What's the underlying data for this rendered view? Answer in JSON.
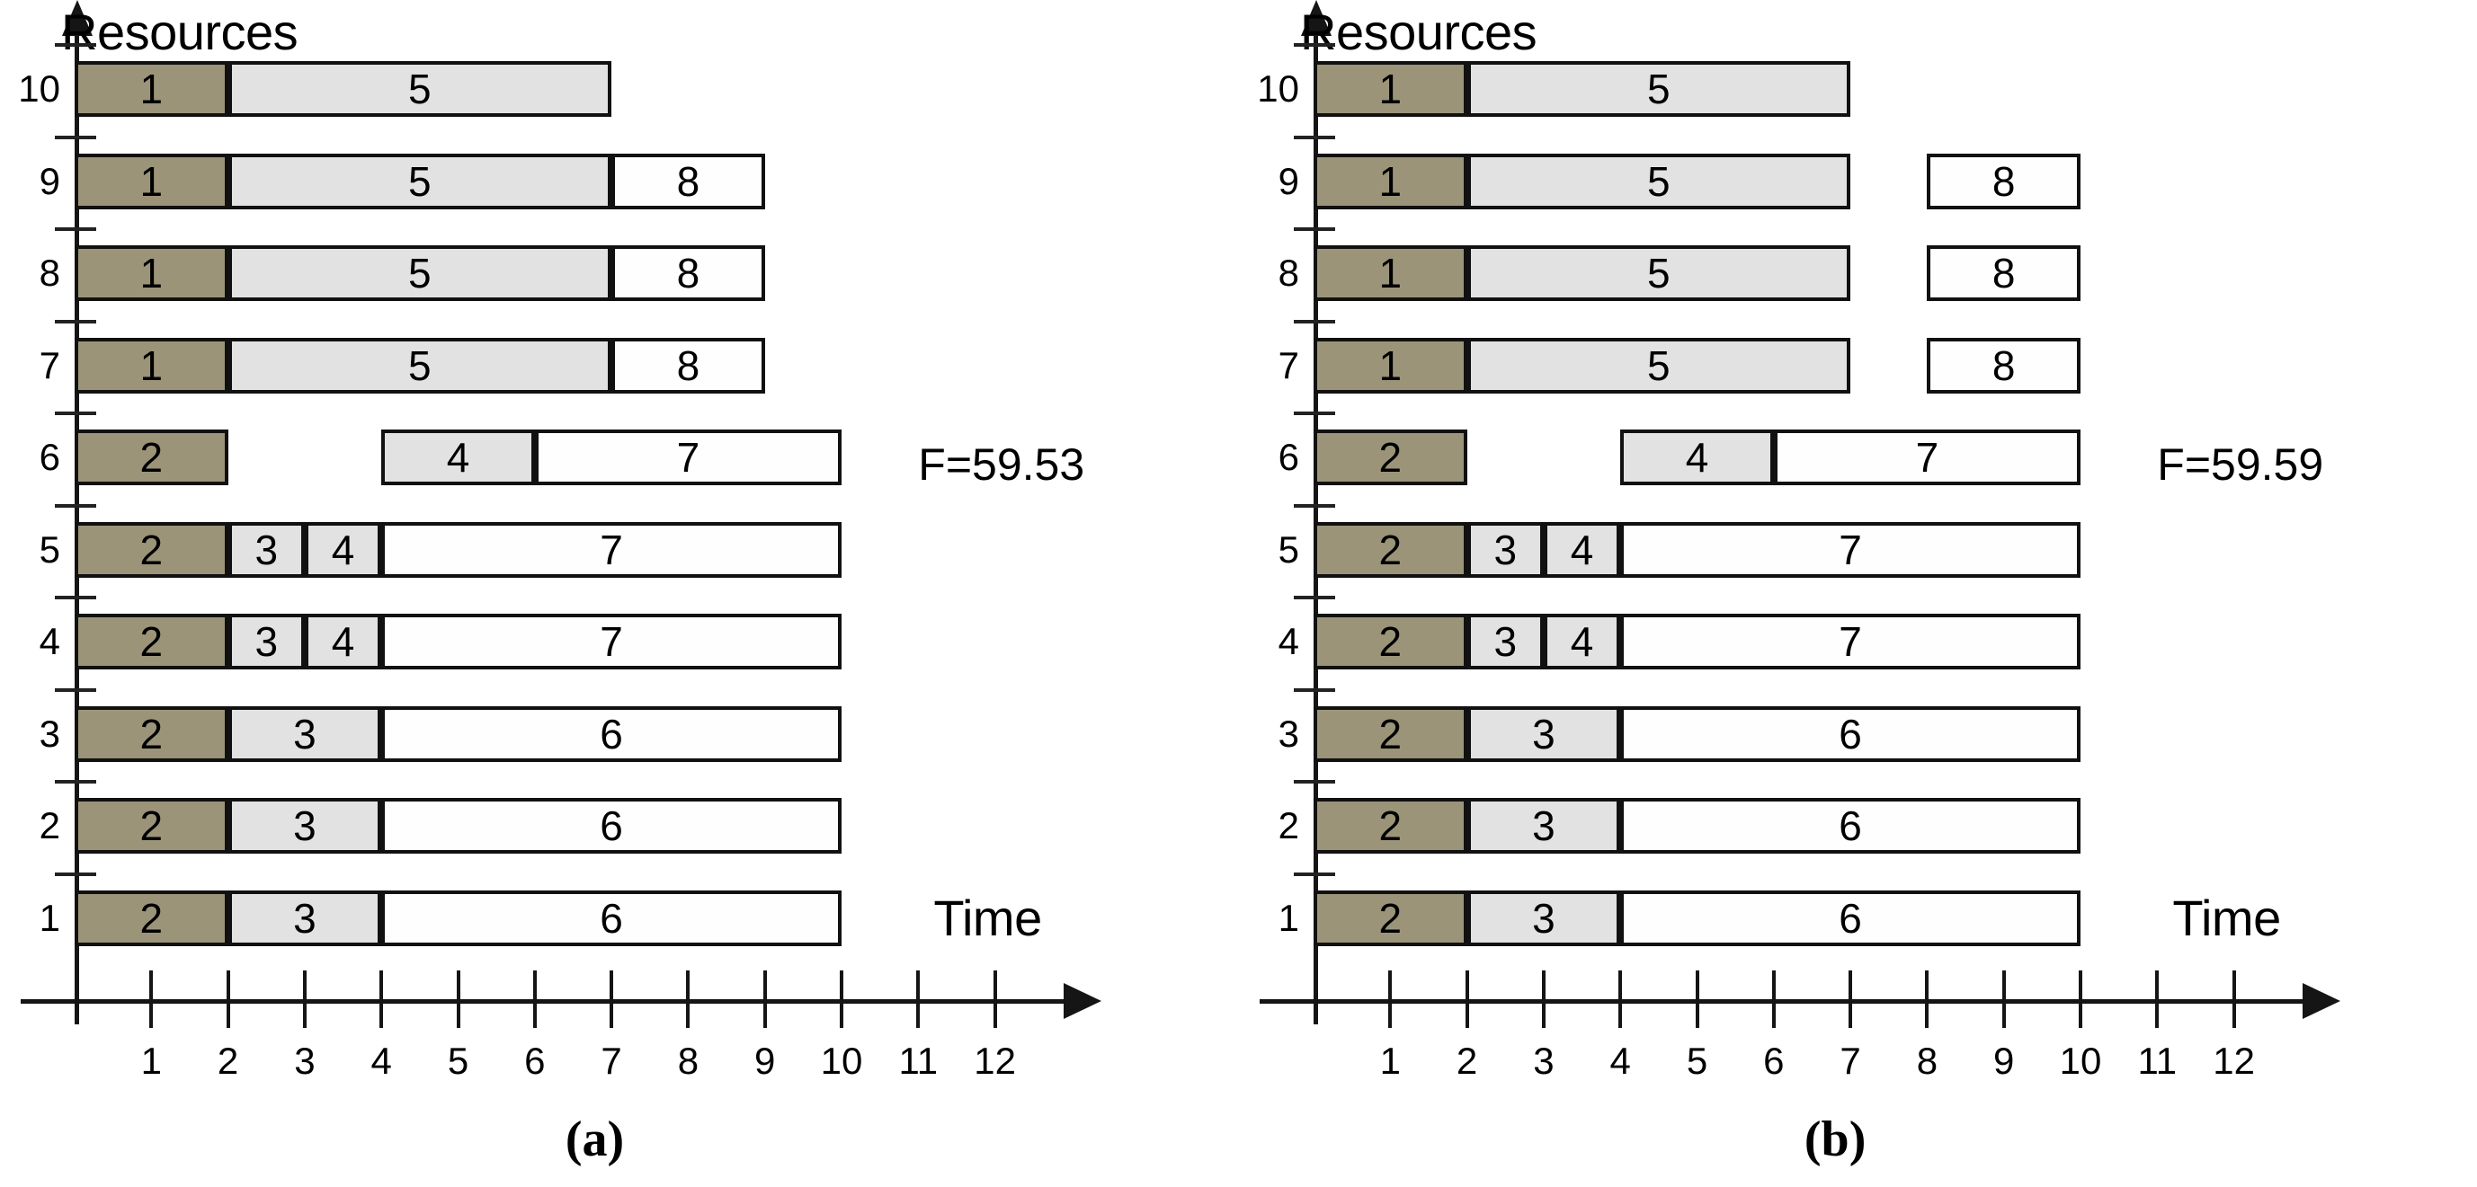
{
  "figure": {
    "axis_y_title": "Resources",
    "axis_x_title": "Time",
    "y_ticks": [
      "1",
      "2",
      "3",
      "4",
      "5",
      "6",
      "7",
      "8",
      "9",
      "10"
    ],
    "x_ticks": [
      "1",
      "2",
      "3",
      "4",
      "5",
      "6",
      "7",
      "8",
      "9",
      "10",
      "11",
      "12"
    ],
    "colors": {
      "task_dark": "#9b9479",
      "task_grey": "#e2e2e2",
      "task_white": "#fefefe",
      "stroke": "#111111",
      "background": "#ffffff"
    }
  },
  "chart_data": [
    {
      "type": "gantt",
      "panel_id": "a",
      "caption": "(a)",
      "title": "",
      "objective_label": "F=59.53",
      "objective_value": 59.53,
      "xlabel": "Time",
      "ylabel": "Resources",
      "xlim": [
        0,
        13
      ],
      "ylim": [
        0,
        10
      ],
      "x_ticks": [
        1,
        2,
        3,
        4,
        5,
        6,
        7,
        8,
        9,
        10,
        11,
        12
      ],
      "y_ticks": [
        1,
        2,
        3,
        4,
        5,
        6,
        7,
        8,
        9,
        10
      ],
      "grid": false,
      "legend": "none",
      "resources": [
        {
          "resource": 10,
          "tasks": [
            {
              "label": "1",
              "start": 0,
              "end": 2,
              "fill": "dark"
            },
            {
              "label": "5",
              "start": 2,
              "end": 7,
              "fill": "grey"
            }
          ]
        },
        {
          "resource": 9,
          "tasks": [
            {
              "label": "1",
              "start": 0,
              "end": 2,
              "fill": "dark"
            },
            {
              "label": "5",
              "start": 2,
              "end": 7,
              "fill": "grey"
            },
            {
              "label": "8",
              "start": 7,
              "end": 9,
              "fill": "white"
            }
          ]
        },
        {
          "resource": 8,
          "tasks": [
            {
              "label": "1",
              "start": 0,
              "end": 2,
              "fill": "dark"
            },
            {
              "label": "5",
              "start": 2,
              "end": 7,
              "fill": "grey"
            },
            {
              "label": "8",
              "start": 7,
              "end": 9,
              "fill": "white"
            }
          ]
        },
        {
          "resource": 7,
          "tasks": [
            {
              "label": "1",
              "start": 0,
              "end": 2,
              "fill": "dark"
            },
            {
              "label": "5",
              "start": 2,
              "end": 7,
              "fill": "grey"
            },
            {
              "label": "8",
              "start": 7,
              "end": 9,
              "fill": "white"
            }
          ]
        },
        {
          "resource": 6,
          "tasks": [
            {
              "label": "2",
              "start": 0,
              "end": 2,
              "fill": "dark"
            },
            {
              "label": "4",
              "start": 4,
              "end": 6,
              "fill": "grey"
            },
            {
              "label": "7",
              "start": 6,
              "end": 10,
              "fill": "white"
            }
          ]
        },
        {
          "resource": 5,
          "tasks": [
            {
              "label": "2",
              "start": 0,
              "end": 2,
              "fill": "dark"
            },
            {
              "label": "3",
              "start": 2,
              "end": 3,
              "fill": "grey"
            },
            {
              "label": "4",
              "start": 3,
              "end": 4,
              "fill": "grey"
            },
            {
              "label": "7",
              "start": 4,
              "end": 10,
              "fill": "white"
            }
          ]
        },
        {
          "resource": 4,
          "tasks": [
            {
              "label": "2",
              "start": 0,
              "end": 2,
              "fill": "dark"
            },
            {
              "label": "3",
              "start": 2,
              "end": 3,
              "fill": "grey"
            },
            {
              "label": "4",
              "start": 3,
              "end": 4,
              "fill": "grey"
            },
            {
              "label": "7",
              "start": 4,
              "end": 10,
              "fill": "white"
            }
          ]
        },
        {
          "resource": 3,
          "tasks": [
            {
              "label": "2",
              "start": 0,
              "end": 2,
              "fill": "dark"
            },
            {
              "label": "3",
              "start": 2,
              "end": 4,
              "fill": "grey"
            },
            {
              "label": "6",
              "start": 4,
              "end": 10,
              "fill": "white"
            }
          ]
        },
        {
          "resource": 2,
          "tasks": [
            {
              "label": "2",
              "start": 0,
              "end": 2,
              "fill": "dark"
            },
            {
              "label": "3",
              "start": 2,
              "end": 4,
              "fill": "grey"
            },
            {
              "label": "6",
              "start": 4,
              "end": 10,
              "fill": "white"
            }
          ]
        },
        {
          "resource": 1,
          "tasks": [
            {
              "label": "2",
              "start": 0,
              "end": 2,
              "fill": "dark"
            },
            {
              "label": "3",
              "start": 2,
              "end": 4,
              "fill": "grey"
            },
            {
              "label": "6",
              "start": 4,
              "end": 10,
              "fill": "white"
            }
          ]
        }
      ]
    },
    {
      "type": "gantt",
      "panel_id": "b",
      "caption": "(b)",
      "title": "",
      "objective_label": "F=59.59",
      "objective_value": 59.59,
      "xlabel": "Time",
      "ylabel": "Resources",
      "xlim": [
        0,
        13
      ],
      "ylim": [
        0,
        10
      ],
      "x_ticks": [
        1,
        2,
        3,
        4,
        5,
        6,
        7,
        8,
        9,
        10,
        11,
        12
      ],
      "y_ticks": [
        1,
        2,
        3,
        4,
        5,
        6,
        7,
        8,
        9,
        10
      ],
      "grid": false,
      "legend": "none",
      "resources": [
        {
          "resource": 10,
          "tasks": [
            {
              "label": "1",
              "start": 0,
              "end": 2,
              "fill": "dark"
            },
            {
              "label": "5",
              "start": 2,
              "end": 7,
              "fill": "grey"
            }
          ]
        },
        {
          "resource": 9,
          "tasks": [
            {
              "label": "1",
              "start": 0,
              "end": 2,
              "fill": "dark"
            },
            {
              "label": "5",
              "start": 2,
              "end": 7,
              "fill": "grey"
            },
            {
              "label": "8",
              "start": 8,
              "end": 10,
              "fill": "white"
            }
          ]
        },
        {
          "resource": 8,
          "tasks": [
            {
              "label": "1",
              "start": 0,
              "end": 2,
              "fill": "dark"
            },
            {
              "label": "5",
              "start": 2,
              "end": 7,
              "fill": "grey"
            },
            {
              "label": "8",
              "start": 8,
              "end": 10,
              "fill": "white"
            }
          ]
        },
        {
          "resource": 7,
          "tasks": [
            {
              "label": "1",
              "start": 0,
              "end": 2,
              "fill": "dark"
            },
            {
              "label": "5",
              "start": 2,
              "end": 7,
              "fill": "grey"
            },
            {
              "label": "8",
              "start": 8,
              "end": 10,
              "fill": "white"
            }
          ]
        },
        {
          "resource": 6,
          "tasks": [
            {
              "label": "2",
              "start": 0,
              "end": 2,
              "fill": "dark"
            },
            {
              "label": "4",
              "start": 4,
              "end": 6,
              "fill": "grey"
            },
            {
              "label": "7",
              "start": 6,
              "end": 10,
              "fill": "white"
            }
          ]
        },
        {
          "resource": 5,
          "tasks": [
            {
              "label": "2",
              "start": 0,
              "end": 2,
              "fill": "dark"
            },
            {
              "label": "3",
              "start": 2,
              "end": 3,
              "fill": "grey"
            },
            {
              "label": "4",
              "start": 3,
              "end": 4,
              "fill": "grey"
            },
            {
              "label": "7",
              "start": 4,
              "end": 10,
              "fill": "white"
            }
          ]
        },
        {
          "resource": 4,
          "tasks": [
            {
              "label": "2",
              "start": 0,
              "end": 2,
              "fill": "dark"
            },
            {
              "label": "3",
              "start": 2,
              "end": 3,
              "fill": "grey"
            },
            {
              "label": "4",
              "start": 3,
              "end": 4,
              "fill": "grey"
            },
            {
              "label": "7",
              "start": 4,
              "end": 10,
              "fill": "white"
            }
          ]
        },
        {
          "resource": 3,
          "tasks": [
            {
              "label": "2",
              "start": 0,
              "end": 2,
              "fill": "dark"
            },
            {
              "label": "3",
              "start": 2,
              "end": 4,
              "fill": "grey"
            },
            {
              "label": "6",
              "start": 4,
              "end": 10,
              "fill": "white"
            }
          ]
        },
        {
          "resource": 2,
          "tasks": [
            {
              "label": "2",
              "start": 0,
              "end": 2,
              "fill": "dark"
            },
            {
              "label": "3",
              "start": 2,
              "end": 4,
              "fill": "grey"
            },
            {
              "label": "6",
              "start": 4,
              "end": 10,
              "fill": "white"
            }
          ]
        },
        {
          "resource": 1,
          "tasks": [
            {
              "label": "2",
              "start": 0,
              "end": 2,
              "fill": "dark"
            },
            {
              "label": "3",
              "start": 2,
              "end": 4,
              "fill": "grey"
            },
            {
              "label": "6",
              "start": 4,
              "end": 10,
              "fill": "white"
            }
          ]
        }
      ]
    }
  ]
}
